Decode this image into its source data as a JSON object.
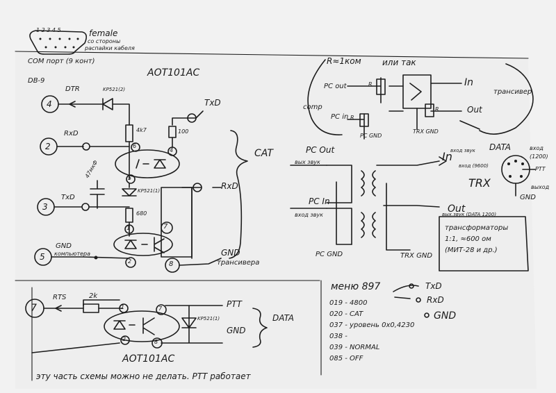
{
  "header": {
    "pins": "1 2 3 4 5",
    "female_1": "female",
    "female_2": "со стороны",
    "female_3": "распайки кабеля",
    "com_port": "COM порт (9 конт)",
    "db9": "DB-9"
  },
  "top_circuit": {
    "optocoupler_title": "AOT101AC",
    "pin4": "4",
    "dtr": "DTR",
    "diode_dtr": "KP521(2)",
    "pin2": "2",
    "rxd_left": "RxD",
    "r_4k7": "4k7",
    "pin3": "3",
    "txd_left": "TxD",
    "cap": "47мкФ",
    "zener": "KP521(1)",
    "r_680": "680",
    "pin5": "5",
    "gnd_comp_1": "GND",
    "gnd_comp_2": "компьютера",
    "r_100": "100",
    "txd_right": "TxD",
    "rxd_right": "RxD",
    "cat": "CAT",
    "gnd_trx_1": "GND",
    "gnd_trx_2": "трансивера",
    "opto_pins": [
      "6",
      "4",
      "5",
      "1",
      "7",
      "2",
      "8"
    ]
  },
  "bottom_circuit": {
    "pin7": "7",
    "rts": "RTS",
    "r_2k": "2k",
    "opto_pins": [
      "1",
      "7",
      "2",
      "8"
    ],
    "zener": "KP521(1)",
    "ptt": "PTT",
    "gnd": "GND",
    "data": "DATA",
    "title": "AOT101AC",
    "note": "эту часть схемы можно не делать. PTT работает"
  },
  "audio_top": {
    "r_note": "R≈1ком",
    "or": "или так",
    "pc_out": "PC out",
    "pc_in": "PC in",
    "comp": "comp",
    "r1": "R",
    "r2": "R",
    "r3": "R",
    "in": "In",
    "out": "Out",
    "pc_gnd": "PC GND",
    "trx_gnd": "TRX GND",
    "transceiver": "трансивер"
  },
  "audio_mid": {
    "pc_out": "PC Out",
    "pc_out_sub": "вых звук",
    "pc_in": "PC In",
    "pc_in_sub": "вход звук",
    "in": "In",
    "in_sub_1": "вход звук",
    "in_sub_2": "вход (9600)",
    "data": "DATA",
    "data_in_1": "вход",
    "data_in_2": "(1200)",
    "ptt": "PTT",
    "trx": "TRX",
    "data_out": "выход",
    "gnd": "GND",
    "out": "Out",
    "out_sub": "вых.звук (DATA 1200)",
    "transformers_1": "трансформаторы",
    "transformers_2": "1:1, ≈600 ом",
    "transformers_3": "(МИТ-28 и др.)",
    "pc_gnd": "PC GND",
    "trx_gnd": "TRX GND"
  },
  "menu": {
    "title": "меню 897",
    "items": [
      "019 - 4800",
      "020 - CAT",
      "037 - уровень 0x0,4230",
      "038 -",
      "039 - NORMAL",
      "085 - OFF"
    ],
    "txd": "TxD",
    "rxd": "RxD",
    "gnd": "GND"
  }
}
